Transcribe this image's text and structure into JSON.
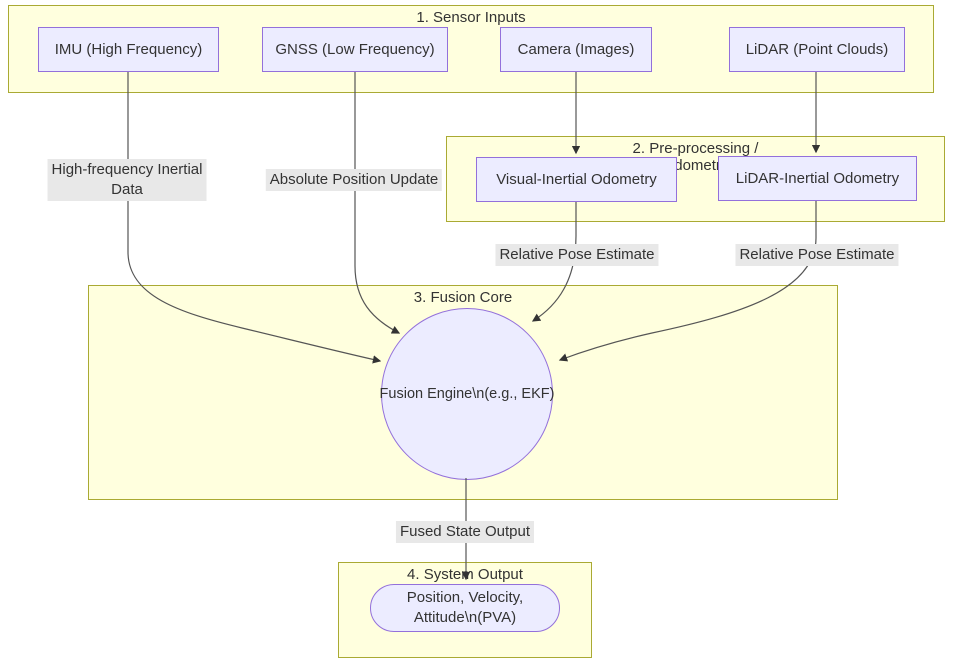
{
  "clusters": {
    "sensor_inputs": {
      "label": "1. Sensor Inputs"
    },
    "preprocessing": {
      "label_line1": "2. Pre-processing /",
      "label_line2": "Odometry"
    },
    "fusion_core": {
      "label": "3. Fusion Core"
    },
    "system_output": {
      "label": "4. System Output"
    }
  },
  "nodes": {
    "imu": {
      "label": "IMU (High Frequency)"
    },
    "gnss": {
      "label": "GNSS (Low Frequency)"
    },
    "camera": {
      "label": "Camera (Images)"
    },
    "lidar": {
      "label": "LiDAR (Point Clouds)"
    },
    "vio": {
      "label": "Visual-Inertial Odometry"
    },
    "lio": {
      "label": "LiDAR-Inertial Odometry"
    },
    "fusion_engine": {
      "label": "Fusion Engine\\n(e.g., EKF)"
    },
    "pva": {
      "label_line1": "Position, Velocity,",
      "label_line2": "Attitude\\n(PVA)"
    }
  },
  "edge_labels": {
    "imu_to_fusion": {
      "line1": "High-frequency Inertial",
      "line2": "Data"
    },
    "gnss_to_fusion": {
      "label": "Absolute Position Update"
    },
    "vio_to_fusion": {
      "label": "Relative Pose Estimate"
    },
    "lio_to_fusion": {
      "label": "Relative Pose Estimate"
    },
    "fusion_to_output": {
      "label": "Fused State Output"
    }
  },
  "colors": {
    "cluster_fill": "#ffffde",
    "cluster_border": "#aaaa33",
    "node_fill": "#ececff",
    "node_border": "#9370db",
    "edge_line": "#555555",
    "arrowhead": "#333333",
    "edge_label_bg": "#e8e8e8",
    "text": "#333333"
  }
}
